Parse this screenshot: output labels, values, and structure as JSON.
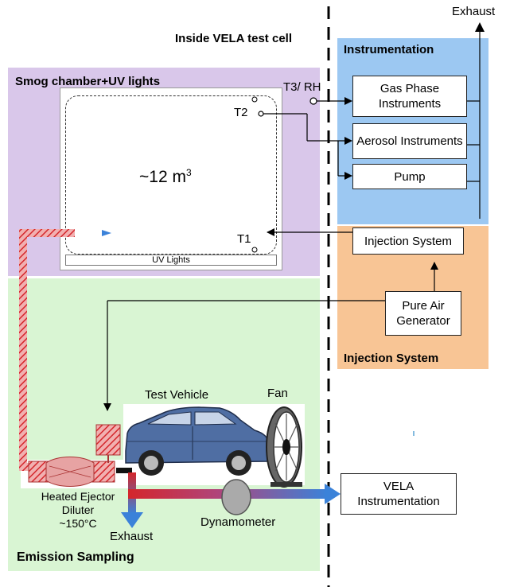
{
  "colors": {
    "smog": "#d9c7ea",
    "instrumentation": "#9cc8f2",
    "injection": "#f8c595",
    "emission": "#d9f5d3",
    "car": "#4f6ea3",
    "hot": "#d4262b",
    "cold": "#3b82d9"
  },
  "labels": {
    "inside_cell": "Inside VELA test cell",
    "exhaust_top": "Exhaust",
    "smog_title": "Smog chamber+UV lights",
    "instr_title": "Instrumentation",
    "inj_title": "Injection System",
    "emission_title": "Emission Sampling",
    "volume": "~12 m",
    "volume_sup": "3",
    "t3": "T3/ RH",
    "t2": "T2",
    "t1": "T1",
    "uv": "UV Lights",
    "gas": "Gas Phase Instruments",
    "aerosol": "Aerosol Instruments",
    "pump": "Pump",
    "injection_box": "Injection System",
    "pure_air": "Pure Air Generator",
    "test_vehicle": "Test Vehicle",
    "fan": "Fan",
    "ejector_1": "Heated Ejector",
    "ejector_2": "Diluter",
    "ejector_3": "~150°C",
    "exhaust_bottom": "Exhaust",
    "dynamometer": "Dynamometer",
    "vela_instr": "VELA Instrumentation"
  }
}
